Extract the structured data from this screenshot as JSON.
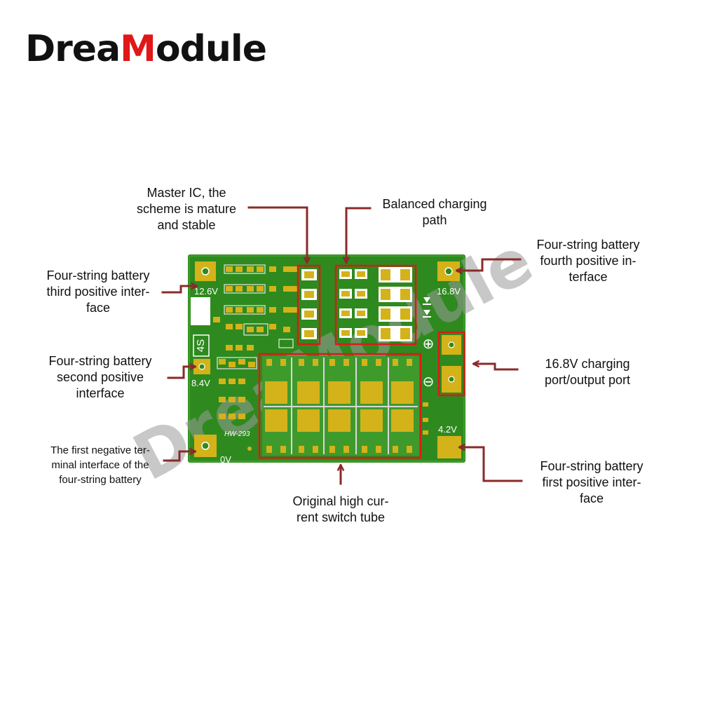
{
  "brand": {
    "name_part1": "Drea",
    "name_accent": "M",
    "name_part2": "odule",
    "accent_color": "#e01818",
    "watermark": "DreaModule"
  },
  "board": {
    "model": "HW-293",
    "cells_label": "4S",
    "pad_12v6": "12.6V",
    "pad_16v8": "16.8V",
    "pad_8v4": "8.4V",
    "pad_0v": "0V",
    "pad_4v2": "4.2V",
    "plus_symbol": "⊕",
    "minus_symbol": "⊖",
    "pcb_color": "#2e8a1e",
    "pad_color": "#d4b21a"
  },
  "callouts": {
    "master_ic": "Master IC, the\nscheme is mature\nand stable",
    "balanced": "Balanced charging\npath",
    "fourth_pos": "Four-string battery\nfourth positive in-\nterface",
    "third_pos": "Four-string battery\nthird positive inter-\nface",
    "second_pos": "Four-string battery\nsecond positive\ninterface",
    "charging_port": "16.8V charging\nport/output port",
    "first_neg": "The first negative ter-\nminal interface of the\nfour-string battery",
    "first_pos": "Four-string battery\nfirst positive inter-\nface",
    "switch_tube": "Original high cur-\nrent switch tube"
  },
  "colors": {
    "arrow": "#8b2a2a",
    "highlight": "#e01818"
  }
}
